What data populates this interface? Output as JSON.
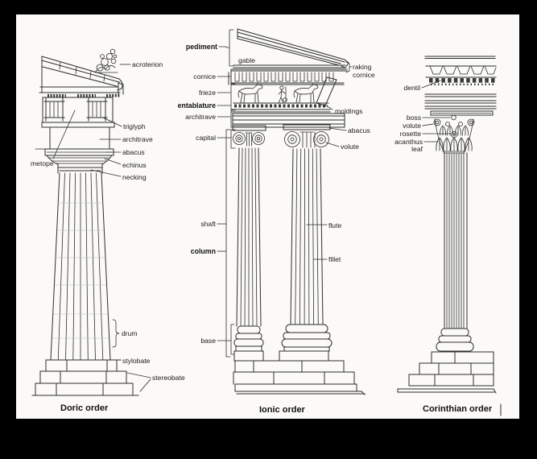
{
  "doric": {
    "caption": "Doric order",
    "labels": {
      "acroterion": "acroterion",
      "triglyph": "triglyph",
      "architrave": "architrave",
      "abacus": "abacus",
      "metope": "metope",
      "echinus": "echinus",
      "necking": "necking",
      "drum": "drum",
      "stylobate": "stylobate",
      "stereobate": "stereobate"
    }
  },
  "ionic": {
    "caption": "Ionic order",
    "labels": {
      "pediment": "pediment",
      "gable": "gable",
      "raking_cornice": [
        "raking",
        "cornice"
      ],
      "cornice": "cornice",
      "frieze": "frieze",
      "entablature": "entablature",
      "architrave": "architrave",
      "moldings": "moldings",
      "capital": "capital",
      "abacus": "abacus",
      "volute": "volute",
      "shaft": "shaft",
      "flute": "flute",
      "column": "column",
      "fillet": "fillet",
      "base": "base"
    }
  },
  "corinthian": {
    "caption": "Corinthian order",
    "labels": {
      "dentil": "dentil",
      "boss": "boss",
      "volute": "volute",
      "rosette": "rosette",
      "acanthus_leaf": [
        "acanthus",
        "leaf"
      ]
    }
  },
  "colors": {
    "frame": "#000000",
    "paper": "#fbfaf8",
    "ink": "#2e2e2e",
    "text": "#1c1c1c"
  }
}
